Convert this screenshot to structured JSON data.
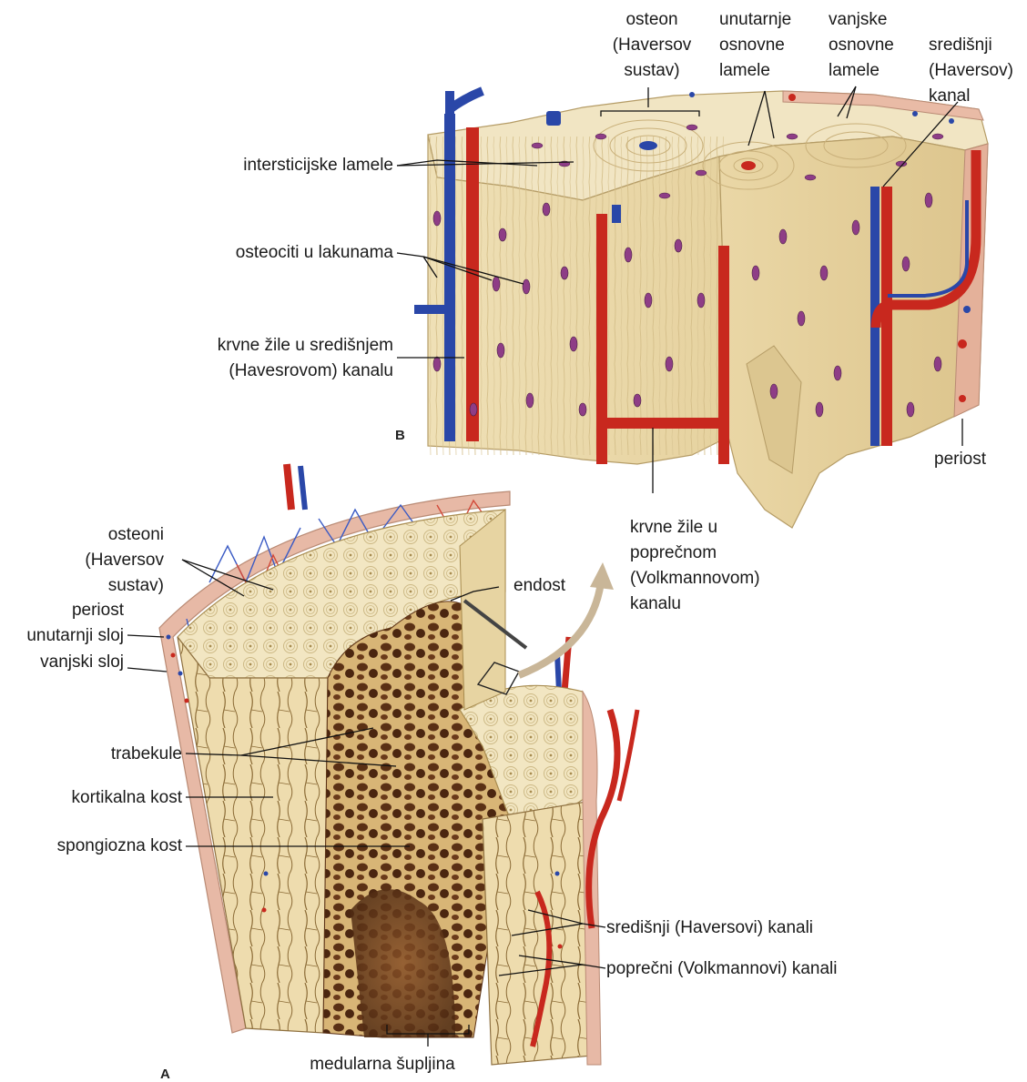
{
  "panels": {
    "b": "B",
    "a": "A"
  },
  "labels_b": {
    "osteon": [
      "osteon",
      "(Haversov",
      "sustav)"
    ],
    "inner_lamellae": [
      "unutarnje",
      "osnovne",
      "lamele"
    ],
    "outer_lamellae": [
      "vanjske",
      "osnovne",
      "lamele"
    ],
    "central_canal": [
      "središnji",
      "(Haversov)",
      "kanal"
    ],
    "interstitial": "intersticijske lamele",
    "osteocytes": "osteociti u lakunama",
    "vessels_central": [
      "krvne žile   u središnjem",
      "(Havesrovom) kanalu"
    ],
    "periost": "periost",
    "vessels_transverse": [
      "krvne žile  u",
      "poprečnom",
      "(Volkmannovom)",
      "kanalu"
    ]
  },
  "labels_a": {
    "osteons": [
      "osteoni",
      "(Haversov",
      "sustav)"
    ],
    "endost": "endost",
    "periost": "periost",
    "inner_layer": "unutarnji sloj",
    "outer_layer": "vanjski sloj",
    "trabecules": "trabekule",
    "cortical": "kortikalna kost",
    "spongy": "spongiozna kost",
    "central_canals": "središnji (Haversovi) kanali",
    "transverse_canals": "poprečni (Volkmannovi) kanali",
    "medullary": "medularna  šupljina"
  },
  "colors": {
    "bone": "#f1e4bf",
    "bone_shadow": "#d9c48f",
    "artery": "#c8281e",
    "vein": "#2a47a8",
    "periost": "#e7b9a6",
    "osteocyte": "#8e3d86",
    "marrow": "#6a3a1c"
  }
}
